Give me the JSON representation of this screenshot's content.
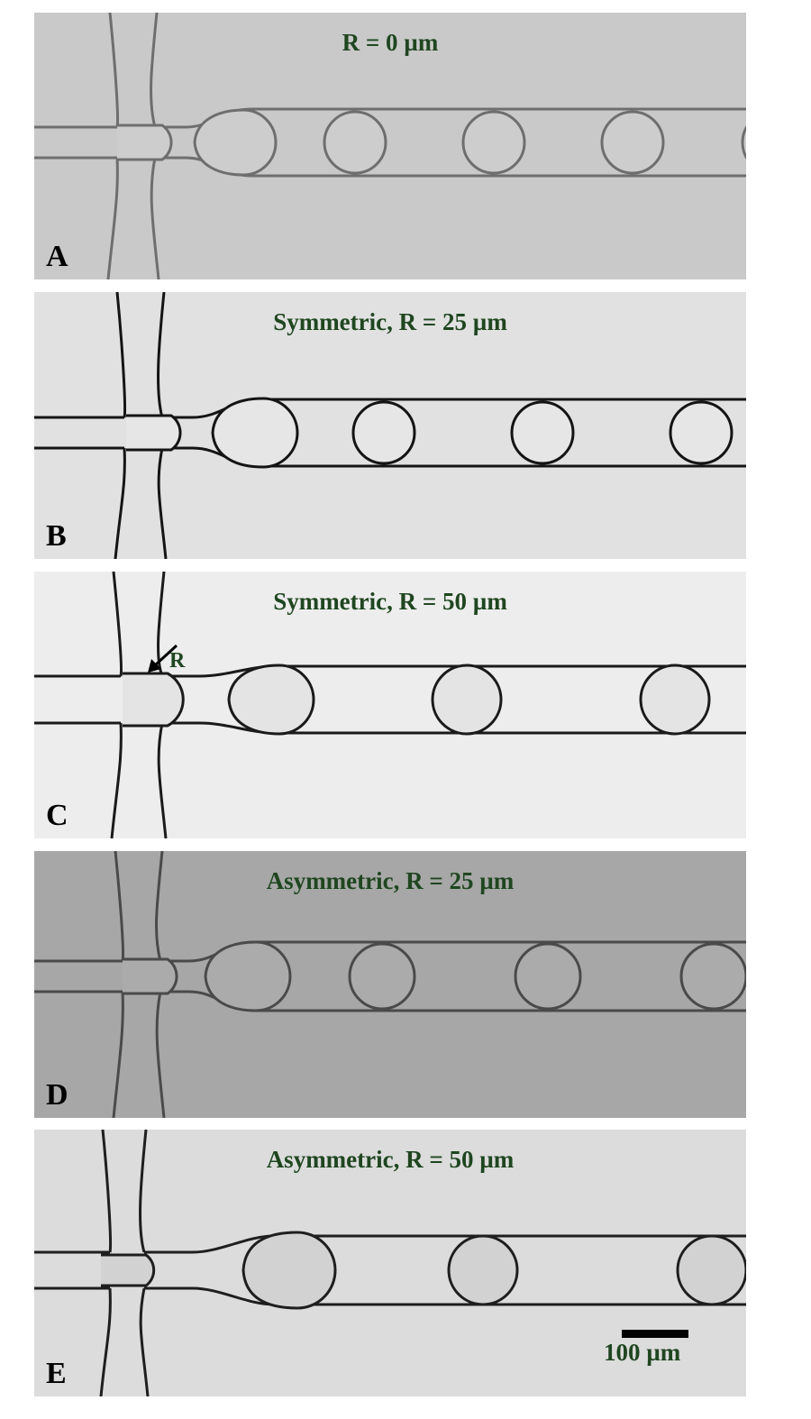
{
  "panels": [
    {
      "letter": "A",
      "title": "R = 0 µm",
      "bg": "#c9c9c9",
      "line": "#6e6e6e",
      "droplet_fill": "#cdcdcd"
    },
    {
      "letter": "B",
      "title": "Symmetric, R = 25 µm",
      "bg": "#e1e1e1",
      "line": "#141414",
      "droplet_fill": "#e6e6e6"
    },
    {
      "letter": "C",
      "title": "Symmetric, R = 50 µm",
      "bg": "#ededed",
      "line": "#1a1a1a",
      "droplet_fill": "#e4e4e4",
      "r_marker": "R"
    },
    {
      "letter": "D",
      "title": "Asymmetric, R = 25 µm",
      "bg": "#a7a7a7",
      "line": "#4a4a4a",
      "droplet_fill": "#ababab"
    },
    {
      "letter": "E",
      "title": "Asymmetric, R = 50 µm",
      "bg": "#dcdcdc",
      "line": "#1e1e1e",
      "droplet_fill": "#d2d2d2",
      "scale_label": "100 µm"
    }
  ],
  "colors": {
    "title_text": "#1f4620",
    "letter_text": "#000000"
  }
}
